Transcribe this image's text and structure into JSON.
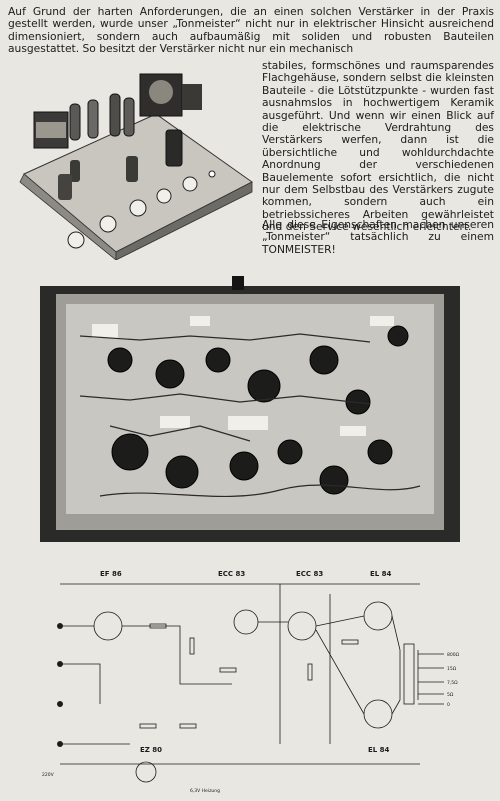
{
  "article": {
    "para1": "Auf Grund der harten Anforderungen, die an einen solchen Verstärker in der Praxis gestellt werden, wurde unser „Tonmeister“ nicht nur in elektrischer Hinsicht ausreichend dimensioniert, sondern auch aufbaumäßig mit soliden und robusten Bauteilen ausgestattet. So besitzt der Verstärker nicht nur ein mechanisch stabiles, formschönes und raumsparendes Flachgehäuse, sondern selbst die kleinsten Bauteile - die Lötstützpunkte - wurden fast ausnahmslos in hochwertigem Keramik ausgeführt. Und wenn wir einen Blick auf die elektrische Verdrahtung des Verstärkers werfen, dann ist die übersichtliche und wohldurchdachte Anordnung der verschiedenen Bauelemente sofort ersichtlich, die nicht nur dem Selbstbau des Verstärkers zugute kommen, sondern auch ein betriebssicheres Arbeiten gewährleistet und den Service wesentlich erleichtert.",
    "para1_head": "Auf Grund der harten Anforderungen, die an einen solchen Verstärker in der Praxis gestellt werden, wurde unser „Tonmeister“ nicht nur in elektrischer Hinsicht ausreichend dimensioniert, sondern auch aufbaumäßig mit soliden und robusten Bauteilen ausgestattet. So besitzt der Verstärker nicht nur ein mechanisch",
    "para1_tail": "stabiles, formschönes und raumsparendes Flachgehäuse, sondern selbst die kleinsten Bauteile - die Lötstützpunkte - wurden fast ausnahmslos in hochwertigem Keramik ausgeführt. Und wenn wir einen Blick auf die elektrische Verdrahtung des Verstärkers werfen, dann ist die übersichtliche und wohldurchdachte Anordnung der verschiedenen Bauelemente sofort ersichtlich, die nicht nur dem Selbstbau des Verstärkers zugute kommen, sondern auch ein betriebssicheres Arbeiten gewährleistet und den Service wesentlich erleichtert.",
    "para2": "Alle diese Eigenschaften machen unseren „Tonmeister“ tatsächlich zu einem TONMEISTER!"
  },
  "schematic": {
    "tubes": {
      "ef86": "EF 86",
      "ecc83_a": "ECC 83",
      "ecc83_b": "ECC 83",
      "el84_top": "EL 84",
      "el84_bottom": "EL 84",
      "ez80": "EZ 80"
    },
    "outputs": [
      "800Ω",
      "15Ω",
      "7,5Ω",
      "5Ω",
      "0"
    ],
    "mains": "220V",
    "heater": "6,3V Heizung"
  }
}
